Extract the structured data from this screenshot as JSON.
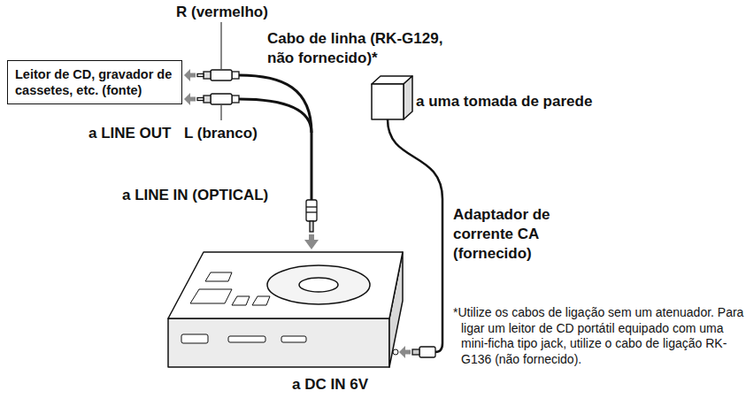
{
  "diagram": {
    "nodes": [
      {
        "text": [
          "Leitor de CD, gravador de cassetes, etc. (fonte)"
        ]
      }
    ],
    "edges": [],
    "labels": [
      "R (vermelho)",
      "Cabo de linha (RK-G129, não fornecido)*",
      "a uma tomada de parede",
      "a LINE OUT",
      "L (branco)",
      "a LINE IN (OPTICAL)",
      "Adaptador de corrente CA (fornecido)",
      "a DC IN 6V",
      "*Utilize os cabos de ligação sem um atenuador. Para ligar um leitor de CD portátil equipado com uma mini-ficha tipo jack, utilize o cabo de ligação RK-G136 (não fornecido)."
    ]
  }
}
